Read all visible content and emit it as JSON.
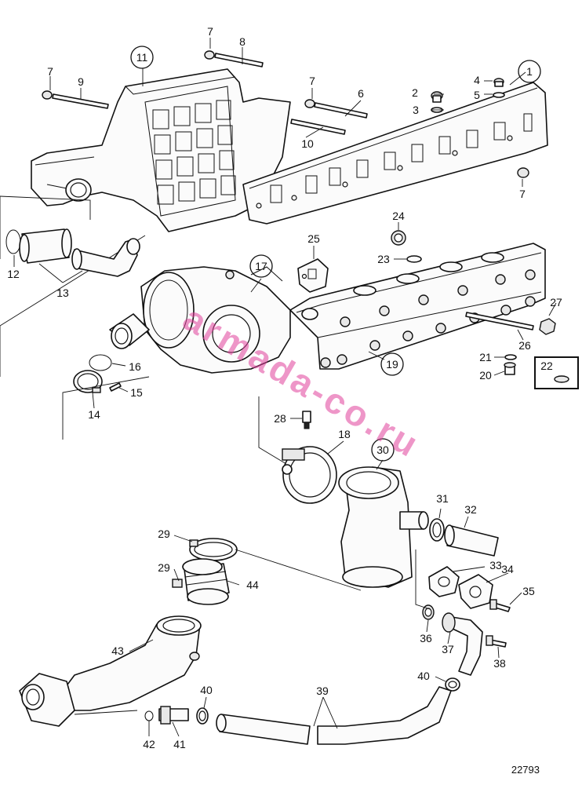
{
  "diagram": {
    "figure_number": "22793",
    "watermark": "armada-co.ru",
    "callouts": [
      {
        "id": "c1",
        "text": "1",
        "circled": true
      },
      {
        "id": "c2",
        "text": "2",
        "circled": false
      },
      {
        "id": "c3",
        "text": "3",
        "circled": false
      },
      {
        "id": "c4",
        "text": "4",
        "circled": false
      },
      {
        "id": "c5",
        "text": "5",
        "circled": false
      },
      {
        "id": "c6",
        "text": "6",
        "circled": false
      },
      {
        "id": "c7a",
        "text": "7",
        "circled": false
      },
      {
        "id": "c7b",
        "text": "7",
        "circled": false
      },
      {
        "id": "c7c",
        "text": "7",
        "circled": false
      },
      {
        "id": "c7d",
        "text": "7",
        "circled": false
      },
      {
        "id": "c8",
        "text": "8",
        "circled": false
      },
      {
        "id": "c9",
        "text": "9",
        "circled": false
      },
      {
        "id": "c10",
        "text": "10",
        "circled": false
      },
      {
        "id": "c11",
        "text": "11",
        "circled": true
      },
      {
        "id": "c12",
        "text": "12",
        "circled": false
      },
      {
        "id": "c13",
        "text": "13",
        "circled": false
      },
      {
        "id": "c14",
        "text": "14",
        "circled": false
      },
      {
        "id": "c15",
        "text": "15",
        "circled": false
      },
      {
        "id": "c16",
        "text": "16",
        "circled": false
      },
      {
        "id": "c17",
        "text": "17",
        "circled": true
      },
      {
        "id": "c18",
        "text": "18",
        "circled": false
      },
      {
        "id": "c19",
        "text": "19",
        "circled": true
      },
      {
        "id": "c20",
        "text": "20",
        "circled": false
      },
      {
        "id": "c21",
        "text": "21",
        "circled": false
      },
      {
        "id": "c22",
        "text": "22",
        "circled": false
      },
      {
        "id": "c23",
        "text": "23",
        "circled": false
      },
      {
        "id": "c24",
        "text": "24",
        "circled": false
      },
      {
        "id": "c25",
        "text": "25",
        "circled": false
      },
      {
        "id": "c26",
        "text": "26",
        "circled": false
      },
      {
        "id": "c27",
        "text": "27",
        "circled": false
      },
      {
        "id": "c28",
        "text": "28",
        "circled": false
      },
      {
        "id": "c29a",
        "text": "29",
        "circled": false
      },
      {
        "id": "c29b",
        "text": "29",
        "circled": false
      },
      {
        "id": "c30",
        "text": "30",
        "circled": true
      },
      {
        "id": "c31",
        "text": "31",
        "circled": false
      },
      {
        "id": "c32",
        "text": "32",
        "circled": false
      },
      {
        "id": "c33",
        "text": "33",
        "circled": false
      },
      {
        "id": "c34",
        "text": "34",
        "circled": false
      },
      {
        "id": "c35",
        "text": "35",
        "circled": false
      },
      {
        "id": "c36",
        "text": "36",
        "circled": false
      },
      {
        "id": "c37",
        "text": "37",
        "circled": false
      },
      {
        "id": "c38",
        "text": "38",
        "circled": false
      },
      {
        "id": "c39",
        "text": "39",
        "circled": false
      },
      {
        "id": "c40a",
        "text": "40",
        "circled": false
      },
      {
        "id": "c40b",
        "text": "40",
        "circled": false
      },
      {
        "id": "c41",
        "text": "41",
        "circled": false
      },
      {
        "id": "c42",
        "text": "42",
        "circled": false
      },
      {
        "id": "c43",
        "text": "43",
        "circled": false
      },
      {
        "id": "c44",
        "text": "44",
        "circled": false
      }
    ]
  }
}
